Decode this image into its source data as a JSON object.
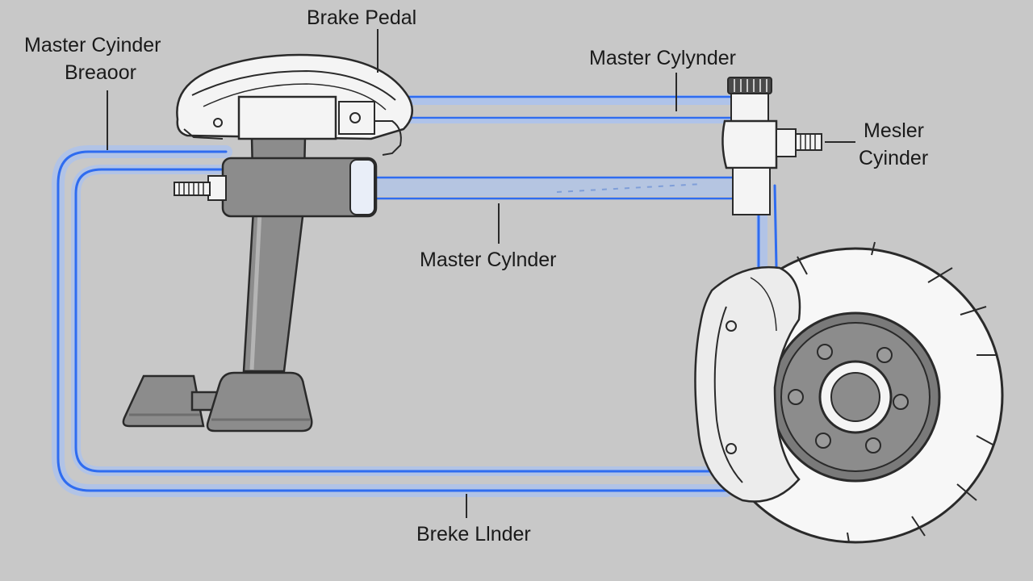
{
  "labels": {
    "top_left_line1": "Master Cyinder",
    "top_left_line2": "Breaoor",
    "brake_pedal": "Brake Pedal",
    "master_cylinder_top": "Master Cylynder",
    "master_cylinder_right_line1": "Mesler",
    "master_cylinder_right_line2": "Cyinder",
    "master_cylinder_middle": "Master Cylnder",
    "brake_bottom": "Breke Llnder"
  },
  "colors": {
    "background": "#c8c8c8",
    "brake_line": "#2f6cf0",
    "brake_line_glow": "#9ec0ff",
    "outline": "#2a2a2a",
    "dark_metal": "#8c8c8c",
    "light_metal": "#f4f4f4",
    "rotor_face": "#f7f7f7"
  }
}
